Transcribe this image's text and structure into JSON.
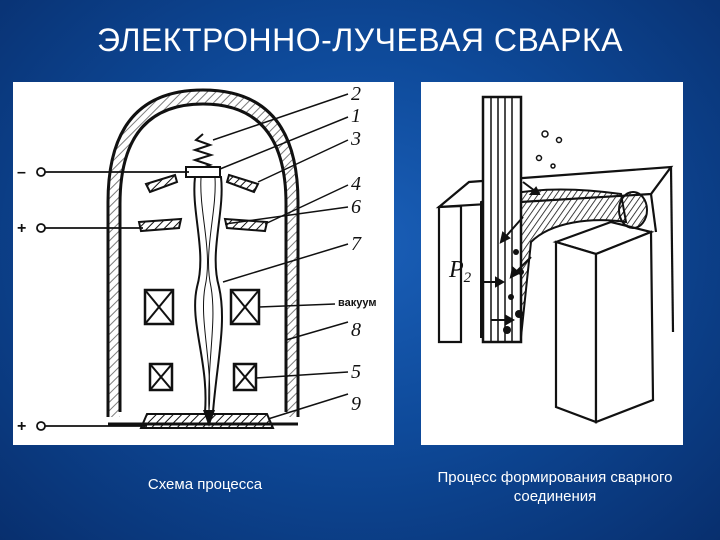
{
  "slide": {
    "title": "ЭЛЕКТРОННО-ЛУЧЕВАЯ СВАРКА"
  },
  "left_figure": {
    "caption": "Схема процесса",
    "vacuum_label": "вакуум",
    "polarity": [
      "–",
      "+",
      "+"
    ],
    "numbers": [
      "2",
      "1",
      "3",
      "4",
      "6",
      "7",
      "8",
      "5",
      "9"
    ]
  },
  "right_figure": {
    "caption": "Процесс формирования сварного соединения",
    "label": "P",
    "label_sub": "2"
  }
}
